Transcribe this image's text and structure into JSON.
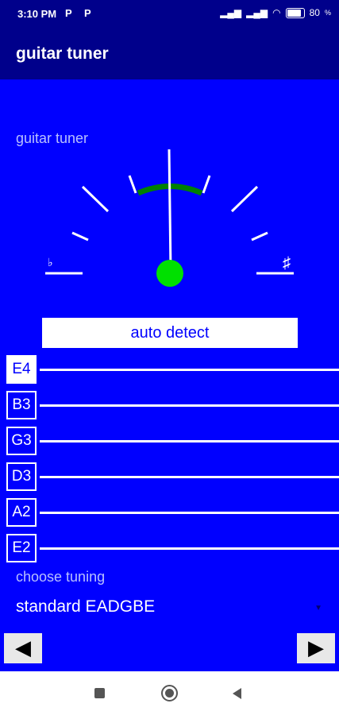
{
  "status": {
    "time": "3:10 PM",
    "left_icons": "P P",
    "battery": "80"
  },
  "appbar": {
    "title": "guitar tuner"
  },
  "meter": {
    "label": "guitar tuner",
    "flat": "♭",
    "sharp": "♯",
    "needle_color": "#ffffff",
    "pivot_color": "#00e000",
    "arc_color": "#008000"
  },
  "auto_detect_label": "auto detect",
  "strings": [
    {
      "label": "E4",
      "active": true
    },
    {
      "label": "B3",
      "active": false
    },
    {
      "label": "G3",
      "active": false
    },
    {
      "label": "D3",
      "active": false
    },
    {
      "label": "A2",
      "active": false
    },
    {
      "label": "E2",
      "active": false
    }
  ],
  "tuning": {
    "label": "choose tuning",
    "selected": "standard EADGBE"
  },
  "nav": {
    "prev": "◀",
    "next": "▶"
  },
  "colors": {
    "background": "#0000ff",
    "bar": "#00008b"
  }
}
